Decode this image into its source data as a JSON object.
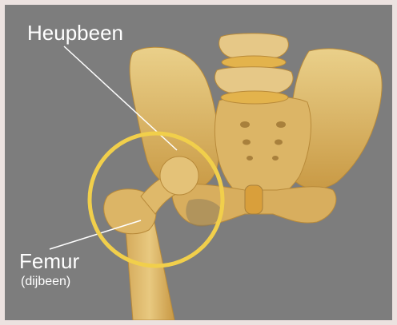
{
  "labels": {
    "hip_bone": "Heupbeen",
    "femur": "Femur",
    "femur_sub": "(dijbeen)"
  },
  "colors": {
    "background": "#7d7d7d",
    "bone": "#e0bd6f",
    "disc": "#e3b34c",
    "highlight_ring": "#f1cf4b",
    "label_text": "#ffffff",
    "frame": "#ece2e0"
  }
}
